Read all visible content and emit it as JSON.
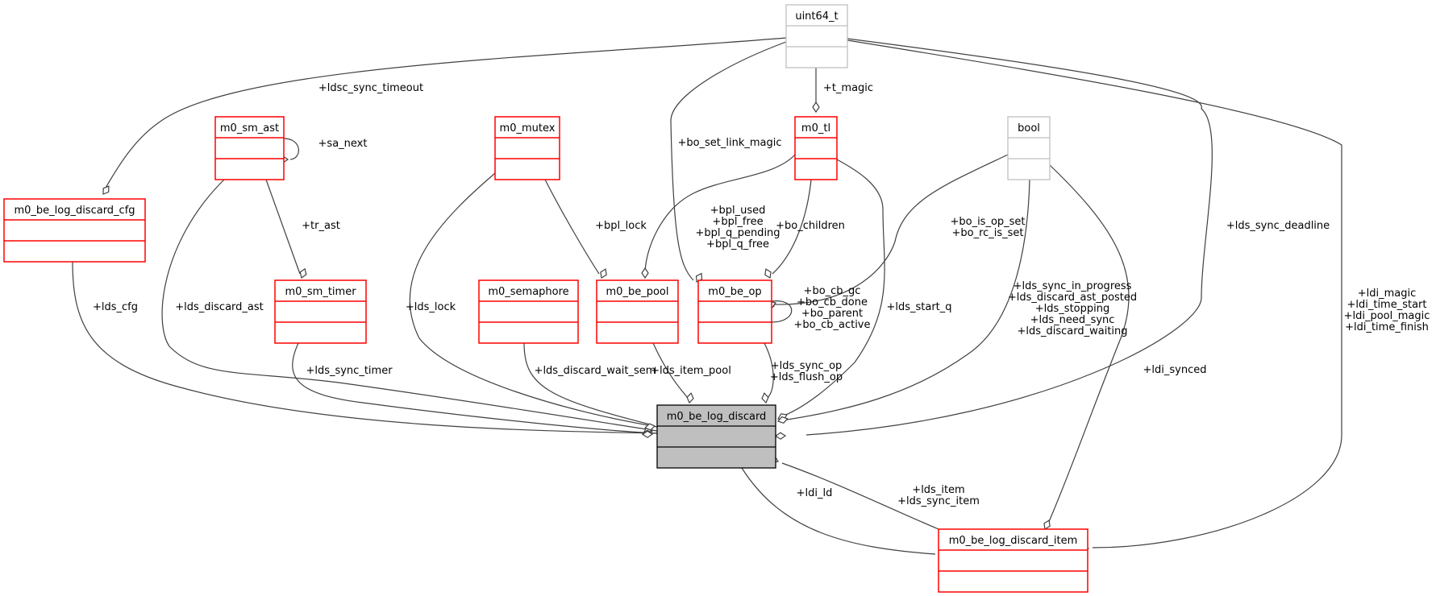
{
  "diagram": {
    "title": "m0_be_log_discard collaboration diagram",
    "colors": {
      "focus_fill": "#bfbfbf",
      "focus_stroke": "#000000",
      "documented_stroke": "#ff0000",
      "undocumented_stroke": "#bfbfbf",
      "edge": "#404040"
    },
    "nodes": [
      {
        "id": "uint64_t",
        "label": "uint64_t",
        "kind": "undocumented"
      },
      {
        "id": "bool",
        "label": "bool",
        "kind": "undocumented"
      },
      {
        "id": "m0_sm_ast",
        "label": "m0_sm_ast",
        "kind": "documented"
      },
      {
        "id": "m0_mutex",
        "label": "m0_mutex",
        "kind": "documented"
      },
      {
        "id": "m0_tl",
        "label": "m0_tl",
        "kind": "documented"
      },
      {
        "id": "m0_be_log_discard_cfg",
        "label": "m0_be_log_discard_cfg",
        "kind": "documented"
      },
      {
        "id": "m0_sm_timer",
        "label": "m0_sm_timer",
        "kind": "documented"
      },
      {
        "id": "m0_semaphore",
        "label": "m0_semaphore",
        "kind": "documented"
      },
      {
        "id": "m0_be_pool",
        "label": "m0_be_pool",
        "kind": "documented"
      },
      {
        "id": "m0_be_op",
        "label": "m0_be_op",
        "kind": "documented"
      },
      {
        "id": "m0_be_log_discard",
        "label": "m0_be_log_discard",
        "kind": "focus"
      },
      {
        "id": "m0_be_log_discard_item",
        "label": "m0_be_log_discard_item",
        "kind": "documented"
      }
    ],
    "edges": [
      {
        "from": "uint64_t",
        "to": "m0_be_log_discard_cfg",
        "labels": [
          "+ldsc_sync_timeout"
        ]
      },
      {
        "from": "uint64_t",
        "to": "m0_tl",
        "labels": [
          "+t_magic"
        ]
      },
      {
        "from": "uint64_t",
        "to": "m0_be_op",
        "labels": [
          "+bo_set_link_magic"
        ]
      },
      {
        "from": "uint64_t",
        "to": "m0_be_log_discard",
        "labels": [
          "+lds_sync_deadline"
        ]
      },
      {
        "from": "uint64_t",
        "to": "m0_be_log_discard_item",
        "labels": [
          "+ldi_magic",
          "+ldi_time_start",
          "+ldi_pool_magic",
          "+ldi_time_finish"
        ]
      },
      {
        "from": "m0_sm_ast",
        "to": "m0_sm_ast",
        "labels": [
          "+sa_next"
        ]
      },
      {
        "from": "m0_sm_ast",
        "to": "m0_sm_timer",
        "labels": [
          "+tr_ast"
        ]
      },
      {
        "from": "m0_sm_ast",
        "to": "m0_be_log_discard",
        "labels": [
          "+lds_discard_ast"
        ]
      },
      {
        "from": "m0_mutex",
        "to": "m0_be_pool",
        "labels": [
          "+bpl_lock"
        ]
      },
      {
        "from": "m0_mutex",
        "to": "m0_be_log_discard",
        "labels": [
          "+lds_lock"
        ]
      },
      {
        "from": "m0_tl",
        "to": "m0_be_pool",
        "labels": [
          "+bpl_used",
          "+bpl_free",
          "+bpl_q_pending",
          "+bpl_q_free"
        ]
      },
      {
        "from": "m0_tl",
        "to": "m0_be_op",
        "labels": [
          "+bo_children"
        ]
      },
      {
        "from": "m0_tl",
        "to": "m0_be_log_discard",
        "labels": [
          "+lds_start_q"
        ]
      },
      {
        "from": "bool",
        "to": "m0_be_op",
        "labels": [
          "+bo_is_op_set",
          "+bo_rc_is_set"
        ]
      },
      {
        "from": "bool",
        "to": "m0_be_log_discard",
        "labels": [
          "+lds_sync_in_progress",
          "+lds_discard_ast_posted",
          "+lds_stopping",
          "+lds_need_sync",
          "+lds_discard_waiting"
        ]
      },
      {
        "from": "bool",
        "to": "m0_be_log_discard_item",
        "labels": [
          "+ldi_synced"
        ]
      },
      {
        "from": "m0_be_op",
        "to": "m0_be_op",
        "labels": [
          "+bo_cb_gc",
          "+bo_cb_done",
          "+bo_parent",
          "+bo_cb_active"
        ]
      },
      {
        "from": "m0_be_log_discard_cfg",
        "to": "m0_be_log_discard",
        "labels": [
          "+lds_cfg"
        ]
      },
      {
        "from": "m0_sm_timer",
        "to": "m0_be_log_discard",
        "labels": [
          "+lds_sync_timer"
        ]
      },
      {
        "from": "m0_semaphore",
        "to": "m0_be_log_discard",
        "labels": [
          "+lds_discard_wait_sem"
        ]
      },
      {
        "from": "m0_be_pool",
        "to": "m0_be_log_discard",
        "labels": [
          "+lds_item_pool"
        ]
      },
      {
        "from": "m0_be_op",
        "to": "m0_be_log_discard",
        "labels": [
          "+lds_sync_op",
          "+lds_flush_op"
        ]
      },
      {
        "from": "m0_be_log_discard_item",
        "to": "m0_be_log_discard",
        "labels": [
          "+lds_item",
          "+lds_sync_item"
        ]
      },
      {
        "from": "m0_be_log_discard",
        "to": "m0_be_log_discard_item",
        "labels": [
          "+ldi_ld"
        ]
      }
    ]
  }
}
